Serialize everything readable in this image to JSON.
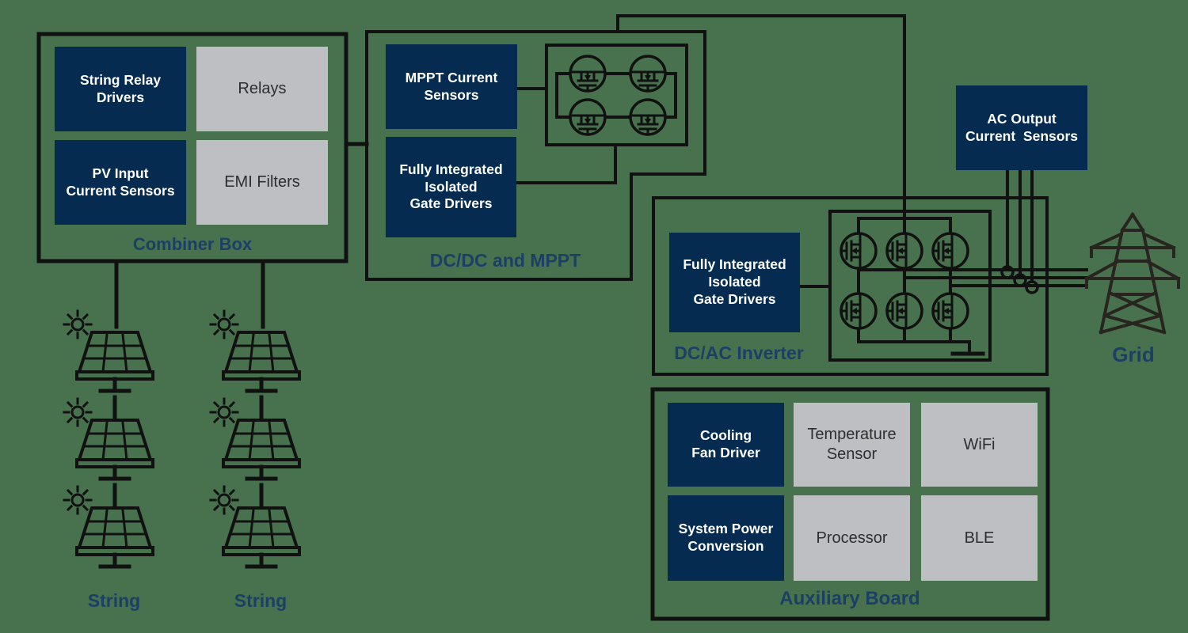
{
  "palette": {
    "background": "#48724E",
    "block_navy": "#052C50",
    "block_gray": "#BEBFC2",
    "label_blue": "#1C3F66",
    "wire_black": "#111111",
    "tower_dark": "#282420",
    "block_text_white": "#FFFFFF",
    "block_text_dark": "#2E2E30"
  },
  "combiner": {
    "title": "Combiner Box",
    "blocks": {
      "string_relay_drivers": "String Relay\nDrivers",
      "relays": "Relays",
      "pv_input_current_sensors": "PV Input\nCurrent Sensors",
      "emi_filters": "EMI Filters"
    }
  },
  "dcdc": {
    "title": "DC/DC and MPPT",
    "blocks": {
      "mppt_current_sensors": "MPPT Current\nSensors",
      "gate_drivers": "Fully Integrated\nIsolated\nGate Drivers"
    },
    "bridge_mosfet_count": 4
  },
  "dcac": {
    "title": "DC/AC Inverter",
    "blocks": {
      "gate_drivers": "Fully Integrated\nIsolated\nGate Drivers"
    },
    "bridge_mosfet_count": 6,
    "phase_line_count": 3
  },
  "ac_output_current_sensors": {
    "label": "AC Output\nCurrent  Sensors",
    "sensor_ring_count": 3
  },
  "aux": {
    "title": "Auxiliary Board",
    "blocks": {
      "cooling_fan_driver": "Cooling\nFan Driver",
      "temperature_sensor": "Temperature\nSensor",
      "wifi": "WiFi",
      "system_power_conversion": "System Power\nConversion",
      "processor": "Processor",
      "ble": "BLE"
    }
  },
  "pv": {
    "left_string_label": "String",
    "right_string_label": "String",
    "panels_per_string": 3
  },
  "grid": {
    "label": "Grid"
  },
  "icons": {
    "sun": "sun-icon",
    "solar_panel": "solar-panel-icon",
    "mosfet": "mosfet-icon",
    "current_sensor_ring": "current-sensor-ring-icon",
    "ground": "ground-icon",
    "transmission_tower": "transmission-tower-icon"
  }
}
